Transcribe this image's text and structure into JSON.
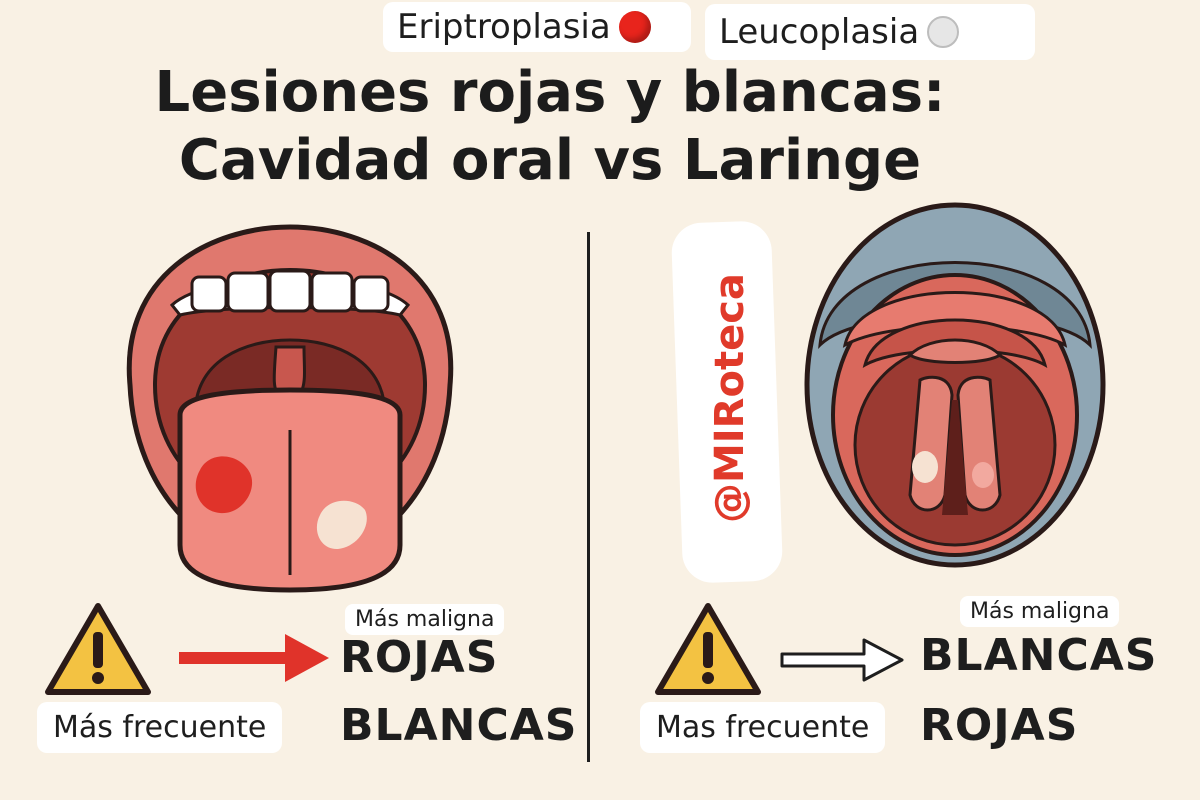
{
  "legend": {
    "red_label": "Eriptroplasia",
    "white_label": "Leucoplasia",
    "red_color": "#e8241c",
    "white_color": "#e6e6e6"
  },
  "title": {
    "line1": "Lesiones rojas y blancas:",
    "line2": "Cavidad oral vs Laringe"
  },
  "watermark": "@MIRoteca",
  "left_panel": {
    "warning_icon": "warning-icon",
    "arrow_icon": "arrow-right-icon",
    "tag": "Más maligna",
    "upper": "ROJAS",
    "frequent_label": "Más frecuente",
    "lower": "BLANCAS"
  },
  "right_panel": {
    "warning_icon": "warning-icon",
    "arrow_icon": "arrow-right-outline-icon",
    "tag": "Más maligna",
    "upper": "BLANCAS",
    "frequent_label": "Mas frecuente",
    "lower": "ROJAS"
  }
}
